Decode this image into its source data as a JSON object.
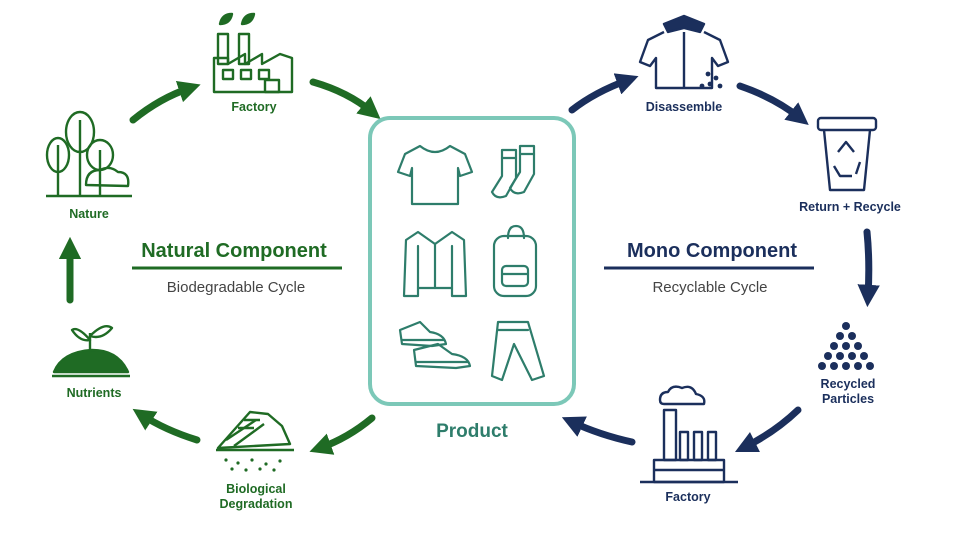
{
  "colors": {
    "natural": "#1f6b24",
    "mono": "#1b2f5c",
    "product": "#2e7d6b",
    "product_border": "#7cc8b8",
    "subtitle": "#444444"
  },
  "natural_cycle": {
    "heading": "Natural Component",
    "subtitle": "Biodegradable Cycle",
    "nodes": {
      "factory": "Factory",
      "nature": "Nature",
      "nutrients": "Nutrients",
      "degradation": "Biological\nDegradation"
    },
    "icons": [
      "factory-icon",
      "trees-icon",
      "sprout-icon",
      "degrading-shoe-icon"
    ]
  },
  "mono_cycle": {
    "heading": "Mono Component",
    "subtitle": "Recyclable Cycle",
    "nodes": {
      "disassemble": "Disassemble",
      "return_recycle": "Return + Recycle",
      "particles": "Recycled\nParticles",
      "factory": "Factory"
    },
    "icons": [
      "shirt-disassemble-icon",
      "recycle-bin-icon",
      "particles-icon",
      "factory-icon"
    ]
  },
  "product": {
    "label": "Product",
    "icons": [
      "tshirt-icon",
      "socks-icon",
      "jacket-icon",
      "backpack-icon",
      "sneakers-icon",
      "trousers-icon"
    ]
  }
}
